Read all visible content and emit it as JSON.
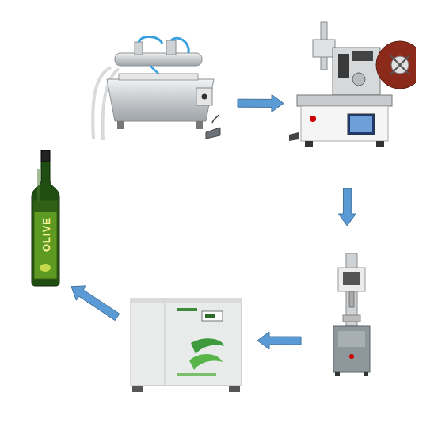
{
  "diagram": {
    "nodes": [
      {
        "text": []
      },
      {
        "text": []
      },
      {
        "text": []
      },
      {
        "text": []
      },
      {
        "text": [
          "OLIVE"
        ]
      }
    ],
    "edges": [
      {
        "from": 0,
        "to": 1,
        "arrow": "to"
      },
      {
        "from": 1,
        "to": 2,
        "arrow": "to"
      },
      {
        "from": 2,
        "to": 3,
        "arrow": "to"
      },
      {
        "from": 3,
        "to": 4,
        "arrow": "to"
      }
    ]
  }
}
